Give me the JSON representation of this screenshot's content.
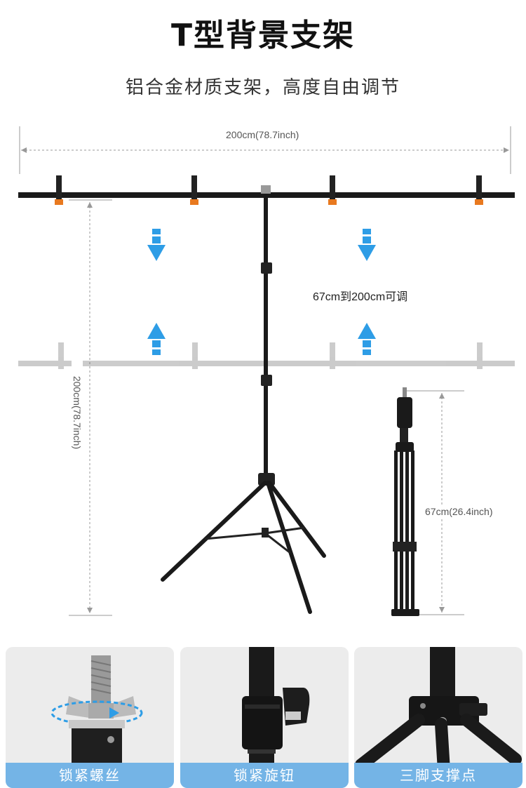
{
  "header": {
    "title": "T型背景支架",
    "subtitle": "铝合金材质支架，高度自由调节"
  },
  "dimensions": {
    "width_label": "200cm(78.7inch)",
    "height_label": "200cm(78.7inch)",
    "adjust_label": "67cm到200cm可调",
    "folded_label": "67cm(26.4inch)"
  },
  "details": [
    {
      "label": "锁紧螺丝"
    },
    {
      "label": "锁紧旋钮"
    },
    {
      "label": "三脚支撑点"
    }
  ],
  "colors": {
    "arrow": "#2e9de6",
    "label_bar": "#74b4e6",
    "clip_orange": "#e8791f"
  }
}
